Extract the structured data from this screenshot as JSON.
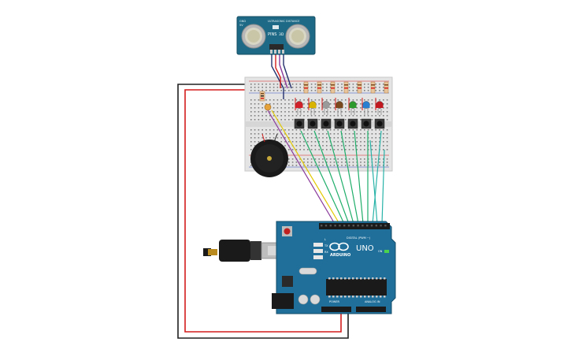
{
  "sensor": {
    "label_left_1": "GND",
    "label_left_2": "5V",
    "title": "ULTRASONIC DISTANCE",
    "pins_label": "PINS",
    "pin_tag": "3D"
  },
  "breadboard": {
    "led_colors": [
      "#d0202a",
      "#d8b400",
      "#9a9a9a",
      "#7a4a1e",
      "#2d9a2d",
      "#2a7fd0",
      "#c0181e"
    ],
    "indicator_led_color": "#e6a23a"
  },
  "arduino": {
    "brand": "ARDUINO",
    "model": "UNO",
    "digital_label": "DIGITAL (PWM ~)",
    "power_label": "POWER",
    "analog_label": "ANALOG IN",
    "tx_label": "TX",
    "rx_label": "RX",
    "l_label": "L",
    "on_label": "ON",
    "board_color": "#1f6f9a"
  },
  "colors": {
    "wire_red": "#d41c1c",
    "wire_black": "#202020",
    "wire_green": "#1fae6a",
    "wire_teal": "#28b3a8",
    "wire_yellow": "#e2c900",
    "wire_purple": "#8a3a9a",
    "wire_navy": "#24306e",
    "sensor_board": "#1e6a86",
    "breadboard_body": "#e4e4e4"
  }
}
